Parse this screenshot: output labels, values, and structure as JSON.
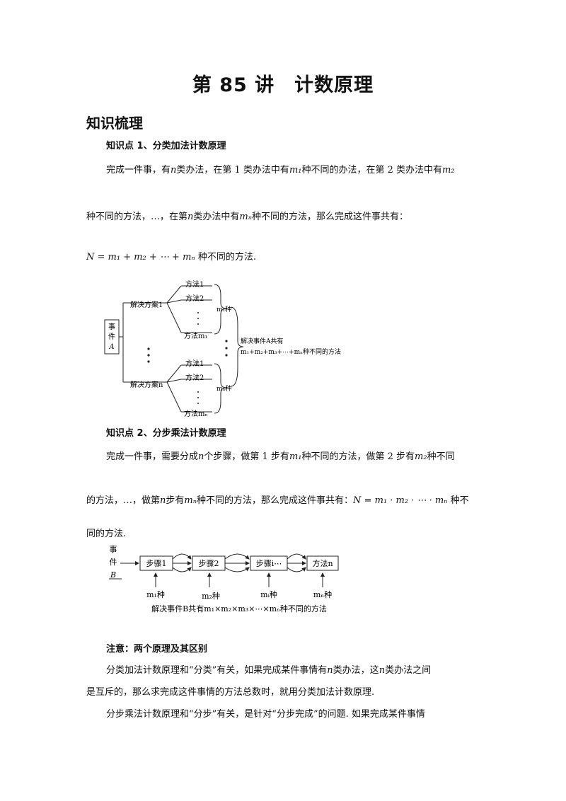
{
  "title": "第 85 讲　计数原理",
  "section": "知识梳理",
  "point1": {
    "heading": "知识点 1、分类加法计数原理",
    "line1_a": "完成一件事，有",
    "line1_b": "类办法，在第 1 类办法中有",
    "line1_c": "种不同的办法，在第 2 类办法中有",
    "line2_a": "种不同的方法，…，在第",
    "line2_b": "类办法中有",
    "line2_c": "种不同的方法，那么完成这件事共有：",
    "formula": "N = m₁ + m₂ + ⋯ + mₙ",
    "line3_tail": "种不同的方法."
  },
  "diagram1": {
    "event": [
      "事",
      "件",
      "A"
    ],
    "plan1": "解决方案1",
    "planN": "解决方案n",
    "methods_top": [
      "方法1",
      "方法2",
      "方法m₁"
    ],
    "methods_bottom": [
      "方法1",
      "方法2",
      "方法mₙ"
    ],
    "m1_kind": "m₁种",
    "mn_kind": "mₙ种",
    "result_line1": "解决事件A共有",
    "result_line2": "m₁+m₂+m₃+⋯+mₙ种不同的方法"
  },
  "point2": {
    "heading": "知识点 2、分步乘法计数原理",
    "line1_a": "完成一件事，需要分成",
    "line1_b": "个步骤，做第 1 步有",
    "line1_c": "种不同的方法，做第 2 步有",
    "line1_d": "种不同",
    "line2_a": "的方法，…，做第",
    "line2_b": "步有",
    "line2_c": "种不同的方法，那么完成这件事共有：",
    "formula": "N = m₁ · m₂ · ⋯ · mₙ",
    "line2_tail": "种不",
    "line3": "同的方法."
  },
  "diagram2": {
    "event": [
      "事",
      "件",
      "B"
    ],
    "steps": [
      "步骤1",
      "步骤2",
      "步骤i⋯",
      "方法n"
    ],
    "kinds": [
      "m₁种",
      "m₂种",
      "mᵢ种",
      "mₙ种"
    ],
    "result": "解决事件B共有m₁×m₂×m₃×⋯×mₙ种不同的方法"
  },
  "note": {
    "heading": "注意：两个原理及其区别",
    "para1_a": "分类加法计数原理和“分类”有关，如果完成某件事情有",
    "para1_b": "类办法，这",
    "para1_c": "类办法之间",
    "para1_line2": "是互斥的，那么求完成这件事情的方法总数时，就用分类加法计数原理.",
    "para2": "分步乘法计数原理和“分步”有关，是针对“分步完成”的问题. 如果完成某件事情"
  },
  "vars": {
    "n": "n",
    "m1": "m₁",
    "m2": "m₂",
    "mn": "mₙ"
  }
}
